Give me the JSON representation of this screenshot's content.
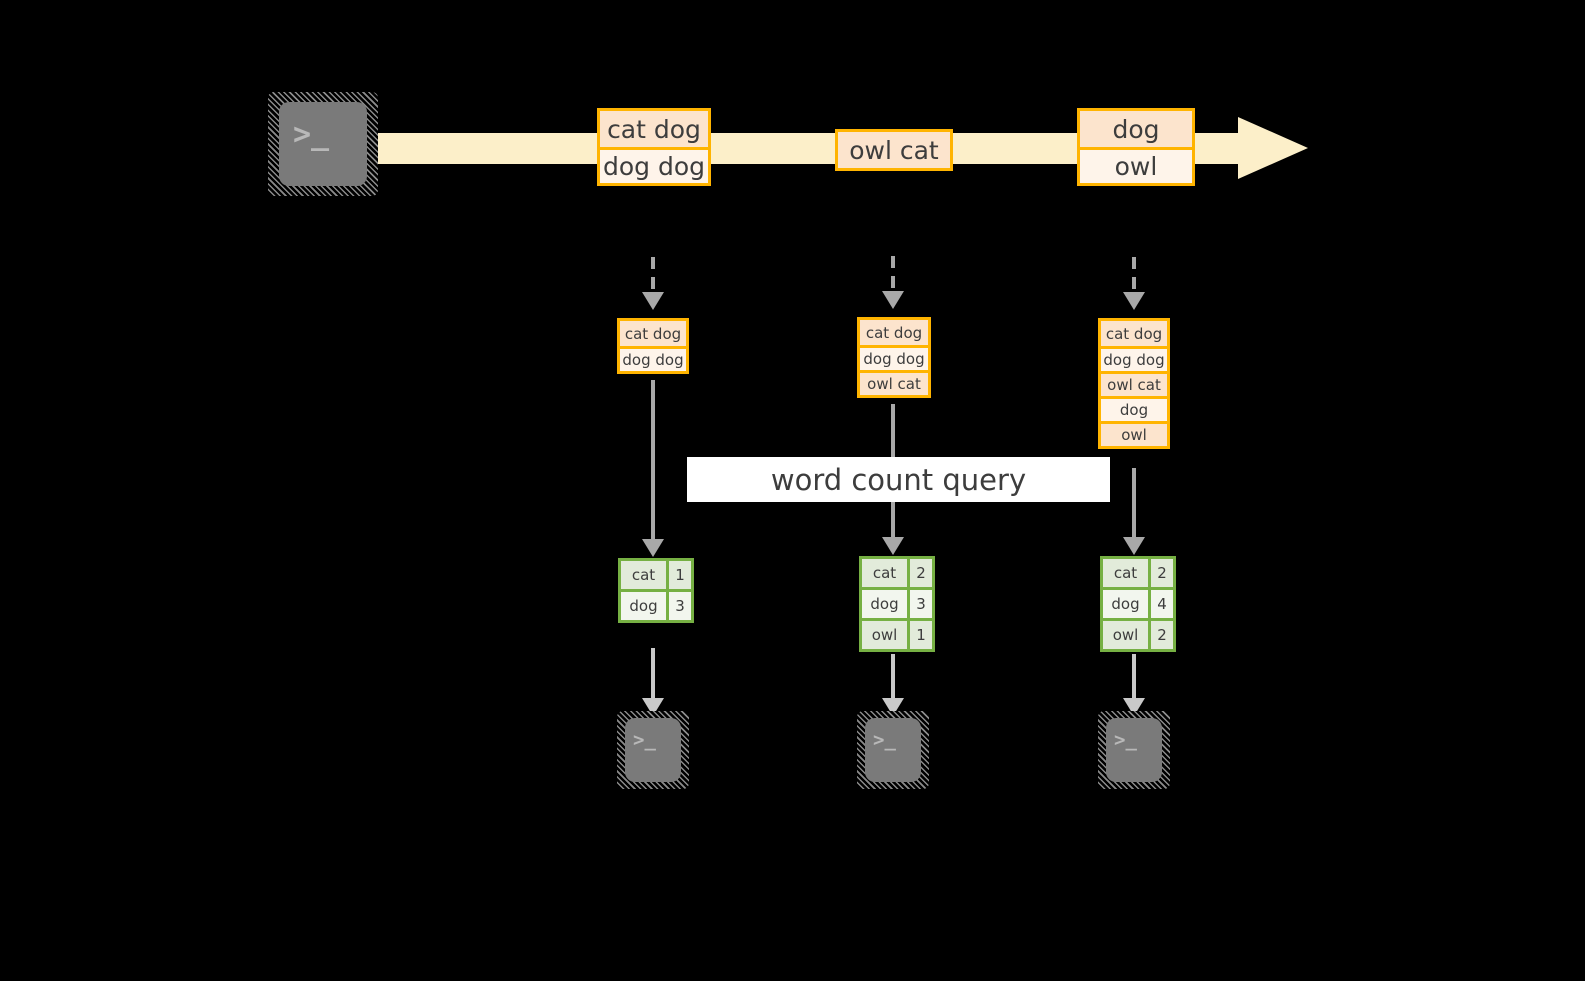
{
  "diagram": {
    "title": "",
    "colors": {
      "background": "#000000",
      "stream_band": "#FCEFC9",
      "record_border": "#FFB400",
      "record_fill_odd": "#FCE4CD",
      "record_fill_even": "#FEF4EA",
      "table_border": "#76B043",
      "table_fill_odd": "#E2EBDA",
      "table_fill_even": "#F2F6EE",
      "arrow_gray": "#A8A8A8",
      "icon_gray": "#7A7A7A",
      "text": "#3D3D3D",
      "label_background": "#FFFFFF"
    }
  },
  "source": {
    "icon": "terminal-icon",
    "glyph": ">_"
  },
  "stream": {
    "arrow_label": "",
    "records": [
      {
        "id": "box-top-1",
        "lines": [
          "cat dog",
          "dog dog"
        ]
      },
      {
        "id": "box-top-2",
        "lines": [
          "owl cat"
        ]
      },
      {
        "id": "box-top-3",
        "lines": [
          "dog",
          "owl"
        ]
      }
    ]
  },
  "snapshots": [
    {
      "id": "snapshot-1",
      "input_lines": [
        "cat dog",
        "dog dog"
      ],
      "result": {
        "rows": [
          {
            "word": "cat",
            "count": "1"
          },
          {
            "word": "dog",
            "count": "3"
          }
        ]
      },
      "sink": {
        "icon": "terminal-icon",
        "glyph": ">_"
      }
    },
    {
      "id": "snapshot-2",
      "input_lines": [
        "cat dog",
        "dog dog",
        "owl cat"
      ],
      "result": {
        "rows": [
          {
            "word": "cat",
            "count": "2"
          },
          {
            "word": "dog",
            "count": "3"
          },
          {
            "word": "owl",
            "count": "1"
          }
        ]
      },
      "sink": {
        "icon": "terminal-icon",
        "glyph": ">_"
      }
    },
    {
      "id": "snapshot-3",
      "input_lines": [
        "cat dog",
        "dog dog",
        "owl cat",
        "dog",
        "owl"
      ],
      "result": {
        "rows": [
          {
            "word": "cat",
            "count": "2"
          },
          {
            "word": "dog",
            "count": "4"
          },
          {
            "word": "owl",
            "count": "2"
          }
        ]
      },
      "sink": {
        "icon": "terminal-icon",
        "glyph": ">_"
      }
    }
  ],
  "query": {
    "label": "word count query"
  }
}
